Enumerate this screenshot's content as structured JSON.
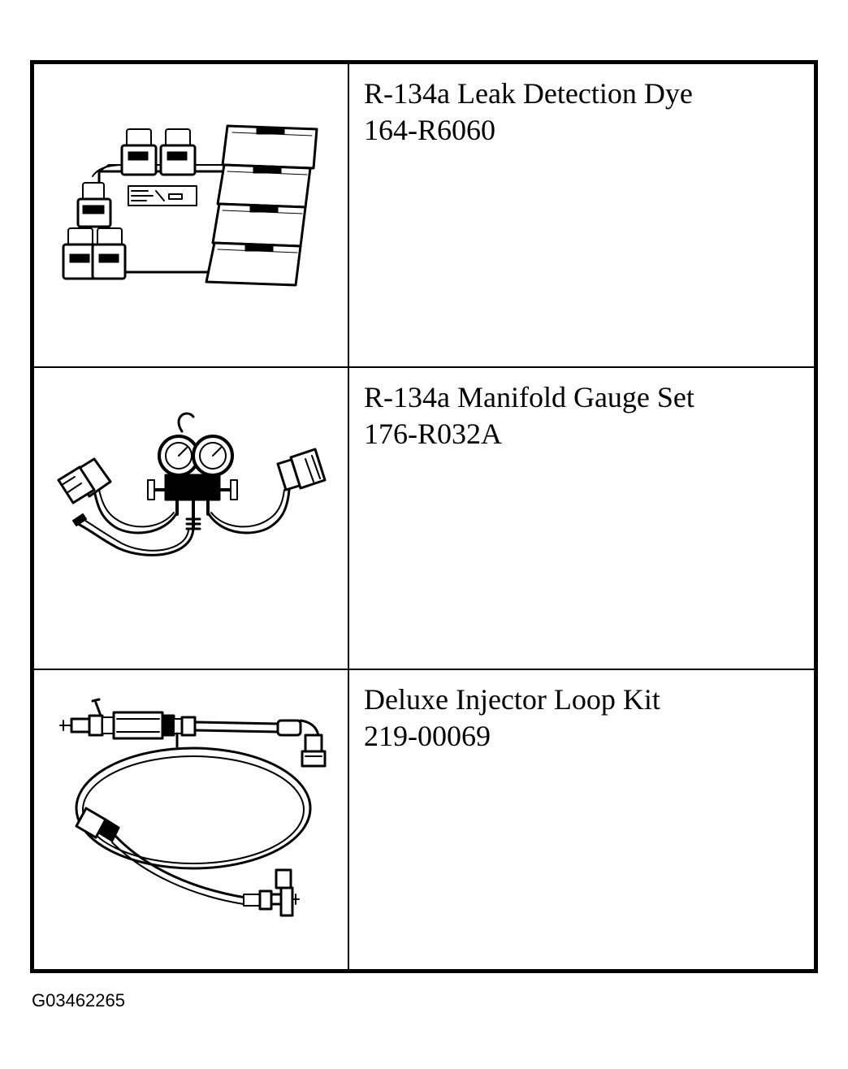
{
  "tools": [
    {
      "name": "R-134a Leak Detection Dye",
      "part_number": "164-R6060",
      "icon": "leak-detection-dye-kit-illustration"
    },
    {
      "name": "R-134a Manifold Gauge Set",
      "part_number": "176-R032A",
      "icon": "manifold-gauge-set-illustration"
    },
    {
      "name": "Deluxe Injector Loop Kit",
      "part_number": "219-00069",
      "icon": "injector-loop-kit-illustration"
    }
  ],
  "figure_id": "G03462265"
}
